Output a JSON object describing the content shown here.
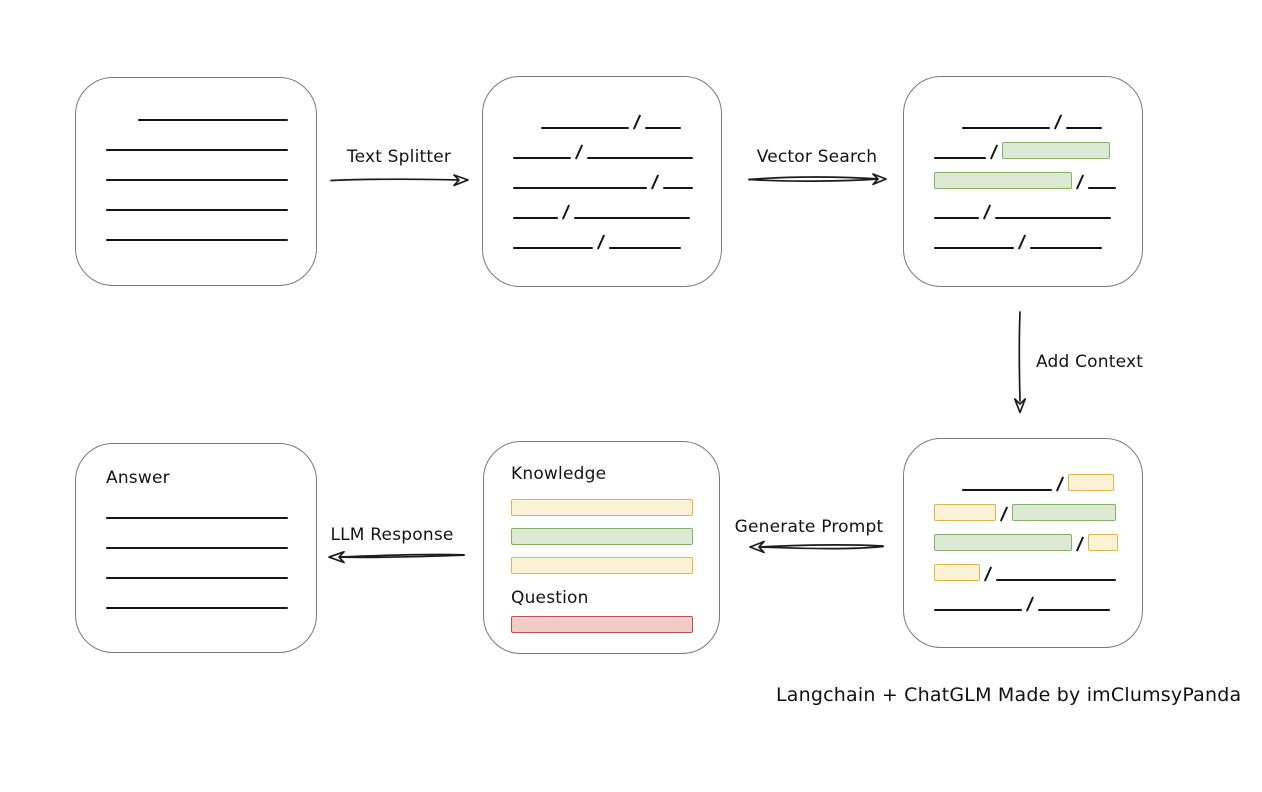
{
  "labels": {
    "text_splitter": "Text Splitter",
    "vector_search": "Vector Search",
    "add_context": "Add Context",
    "generate_prompt": "Generate Prompt",
    "llm_response": "LLM Response",
    "knowledge": "Knowledge",
    "question": "Question",
    "answer": "Answer",
    "credit": "Langchain + ChatGLM Made by imClumsyPanda"
  },
  "colors": {
    "green_fill": "#dcead3",
    "green_stroke": "#82b366",
    "yellow_fill": "#fcf3d7",
    "yellow_stroke": "#ddb74d",
    "red_fill": "#f2cac7",
    "red_stroke": "#b85450",
    "line": "#161616",
    "box_stroke": "#7a7a7a"
  },
  "doc_boxes": {
    "source": {
      "lines": [
        {
          "indent": 32,
          "w": 150
        },
        {
          "indent": 0,
          "w": 182
        },
        {
          "indent": 0,
          "w": 182
        },
        {
          "indent": 0,
          "w": 182
        },
        {
          "indent": 0,
          "w": 182
        }
      ]
    },
    "answer": {
      "lines": [
        {
          "indent": 0,
          "w": 182
        },
        {
          "indent": 0,
          "w": 182
        },
        {
          "indent": 0,
          "w": 182
        },
        {
          "indent": 0,
          "w": 182
        }
      ]
    }
  },
  "chunk_boxes": {
    "split": {
      "rows": [
        {
          "indent": 28,
          "segs": [
            {
              "t": "line",
              "w": 88
            },
            {
              "t": "line",
              "w": 36
            }
          ]
        },
        {
          "indent": 0,
          "segs": [
            {
              "t": "line",
              "w": 58
            },
            {
              "t": "line",
              "w": 106
            }
          ]
        },
        {
          "indent": 0,
          "segs": [
            {
              "t": "line",
              "w": 134
            },
            {
              "t": "line",
              "w": 30
            }
          ]
        },
        {
          "indent": 0,
          "segs": [
            {
              "t": "line",
              "w": 45
            },
            {
              "t": "line",
              "w": 116
            }
          ]
        },
        {
          "indent": 0,
          "segs": [
            {
              "t": "line",
              "w": 80
            },
            {
              "t": "line",
              "w": 72
            }
          ]
        }
      ]
    },
    "searched": {
      "rows": [
        {
          "indent": 28,
          "segs": [
            {
              "t": "line",
              "w": 88
            },
            {
              "t": "line",
              "w": 36
            }
          ]
        },
        {
          "indent": 0,
          "segs": [
            {
              "t": "line",
              "w": 52
            },
            {
              "t": "green",
              "w": 108
            }
          ]
        },
        {
          "indent": 0,
          "segs": [
            {
              "t": "green",
              "w": 138
            },
            {
              "t": "line",
              "w": 28
            }
          ]
        },
        {
          "indent": 0,
          "segs": [
            {
              "t": "line",
              "w": 45
            },
            {
              "t": "line",
              "w": 116
            }
          ]
        },
        {
          "indent": 0,
          "segs": [
            {
              "t": "line",
              "w": 80
            },
            {
              "t": "line",
              "w": 72
            }
          ]
        }
      ]
    },
    "context": {
      "rows": [
        {
          "indent": 28,
          "segs": [
            {
              "t": "line",
              "w": 90
            },
            {
              "t": "yellow",
              "w": 46
            }
          ]
        },
        {
          "indent": 0,
          "segs": [
            {
              "t": "yellow",
              "w": 62
            },
            {
              "t": "green",
              "w": 104
            }
          ]
        },
        {
          "indent": 0,
          "segs": [
            {
              "t": "green",
              "w": 138
            },
            {
              "t": "yellow",
              "w": 30
            }
          ]
        },
        {
          "indent": 0,
          "segs": [
            {
              "t": "yellow",
              "w": 46
            },
            {
              "t": "line",
              "w": 120
            }
          ]
        },
        {
          "indent": 0,
          "segs": [
            {
              "t": "line",
              "w": 88
            },
            {
              "t": "line",
              "w": 72
            }
          ]
        }
      ]
    }
  },
  "prompt_box": {
    "knowledge_bars": [
      "yellow",
      "green",
      "yellow"
    ],
    "question_bars": [
      "red"
    ]
  }
}
